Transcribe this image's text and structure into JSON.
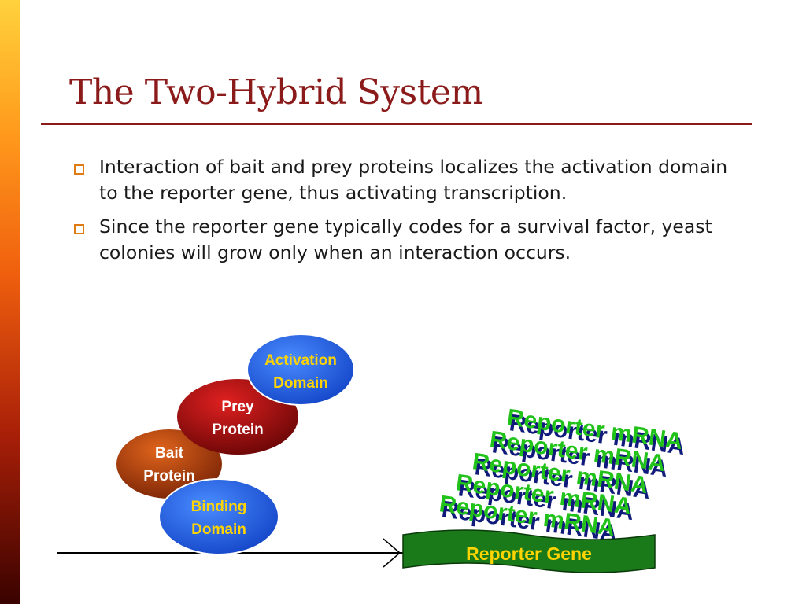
{
  "slide": {
    "title": "The Two-Hybrid System",
    "bullets": [
      "Interaction of bait and prey proteins localizes the activation domain to the reporter gene, thus activating transcription.",
      "Since the reporter gene typically codes for a survival factor, yeast colonies will grow only when an interaction occurs."
    ]
  },
  "diagram": {
    "activation_domain": [
      "Activation",
      "Domain"
    ],
    "prey_protein": [
      "Prey",
      "Protein"
    ],
    "bait_protein": [
      "Bait",
      "Protein"
    ],
    "binding_domain": [
      "Binding",
      "Domain"
    ],
    "reporter_gene": "Reporter Gene",
    "mrna_label": "Reporter mRNA",
    "colors": {
      "title": "#8b1a1a",
      "blue_domain": "#1f5fe0",
      "domain_text": "#ffd400",
      "prey": "#b01010",
      "bait": "#c24a10",
      "gene_box": "#1a7a1a",
      "mrna_green": "#21c21a",
      "mrna_navy": "#0f1a7a"
    }
  }
}
